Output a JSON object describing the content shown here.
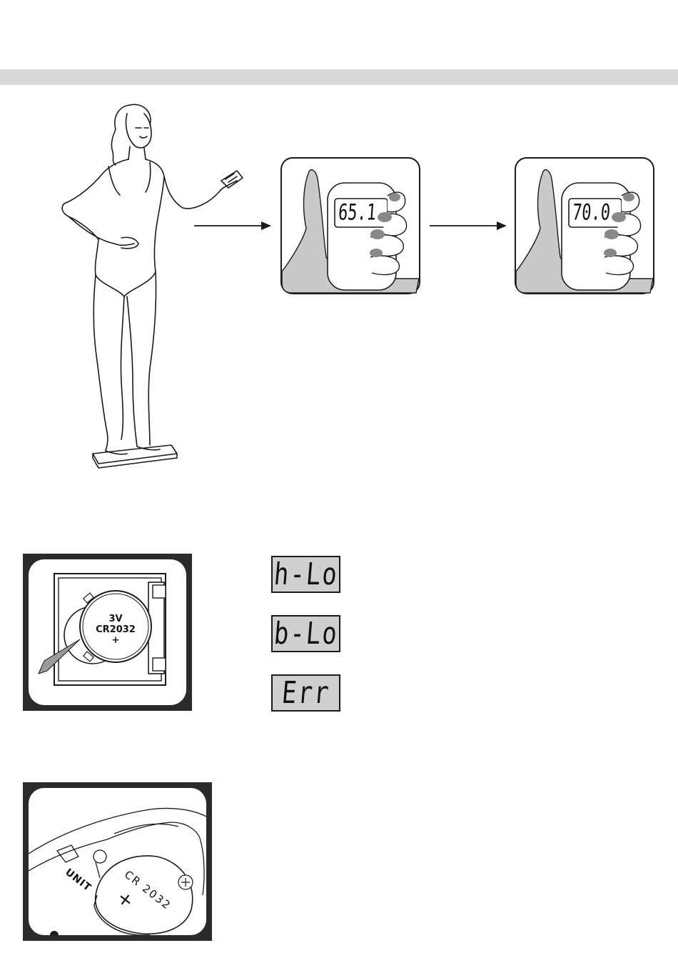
{
  "header": {
    "band_color": "#d9d9d9"
  },
  "readouts": {
    "first": "65.1",
    "second": "70.0"
  },
  "battery_panel": {
    "voltage": "3V",
    "model": "CR2032",
    "polarity": "+"
  },
  "error_codes": [
    {
      "code": "h-Lo"
    },
    {
      "code": "b-Lo"
    },
    {
      "code": "Err"
    }
  ],
  "compartment_panel": {
    "unit_label": "UNIT",
    "battery_model": "CR 2032",
    "polarity": "+"
  },
  "icons": [
    "woman-on-scale-illustration",
    "arrow-right-icon",
    "hand-holding-remote-icon",
    "coin-battery-icon",
    "battery-compartment-icon"
  ]
}
